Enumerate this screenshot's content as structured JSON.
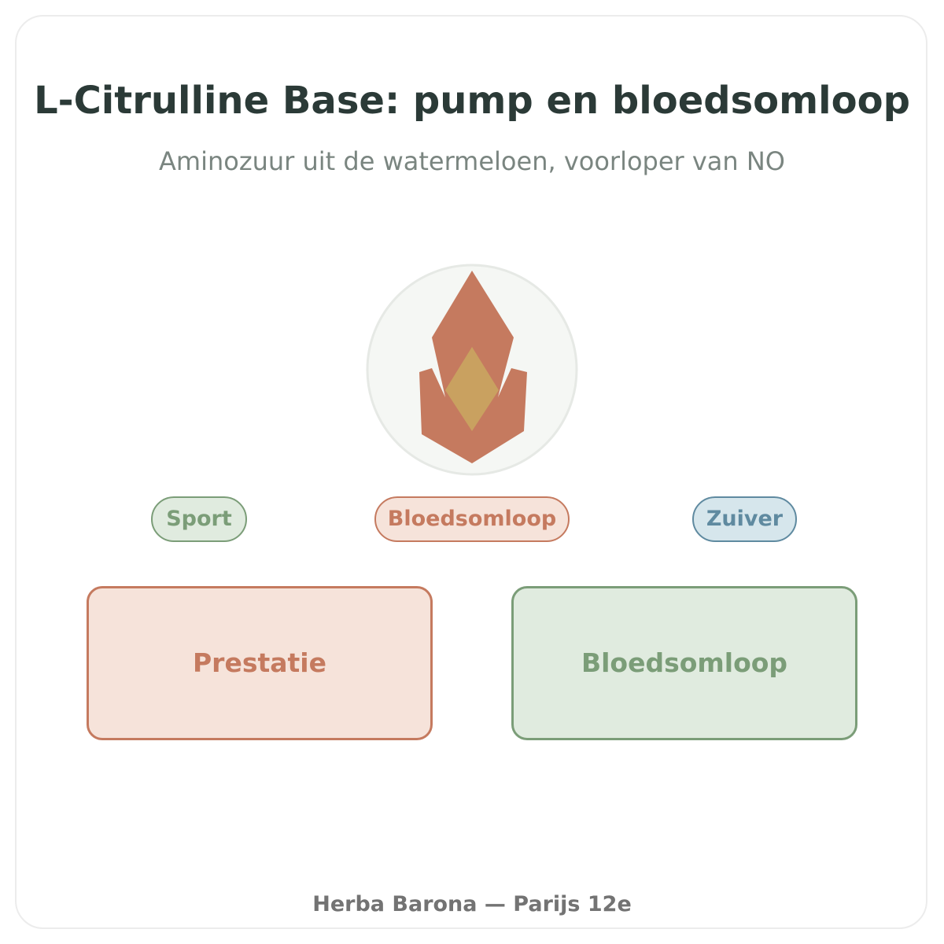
{
  "header": {
    "title": "L-Citrulline Base: pump en bloedsomloop",
    "subtitle": "Aminozuur uit de watermeloen, voorloper van NO"
  },
  "emblem": {
    "icon": "flame-icon",
    "colors": {
      "circle_fill": "#f5f7f4",
      "circle_stroke": "#e6e9e5",
      "flame": "#c57a5f",
      "core": "#c9a160"
    }
  },
  "tags": [
    {
      "label": "Sport",
      "color": "#7b9d78"
    },
    {
      "label": "Bloedsomloop",
      "color": "#c57a5f"
    },
    {
      "label": "Zuiver",
      "color": "#5f8aa0"
    }
  ],
  "benefits": [
    {
      "label": "Prestatie",
      "color": "#c57a5f"
    },
    {
      "label": "Bloedsomloop",
      "color": "#7b9d78"
    }
  ],
  "footer": {
    "text": "Herba Barona — Parijs 12e"
  }
}
